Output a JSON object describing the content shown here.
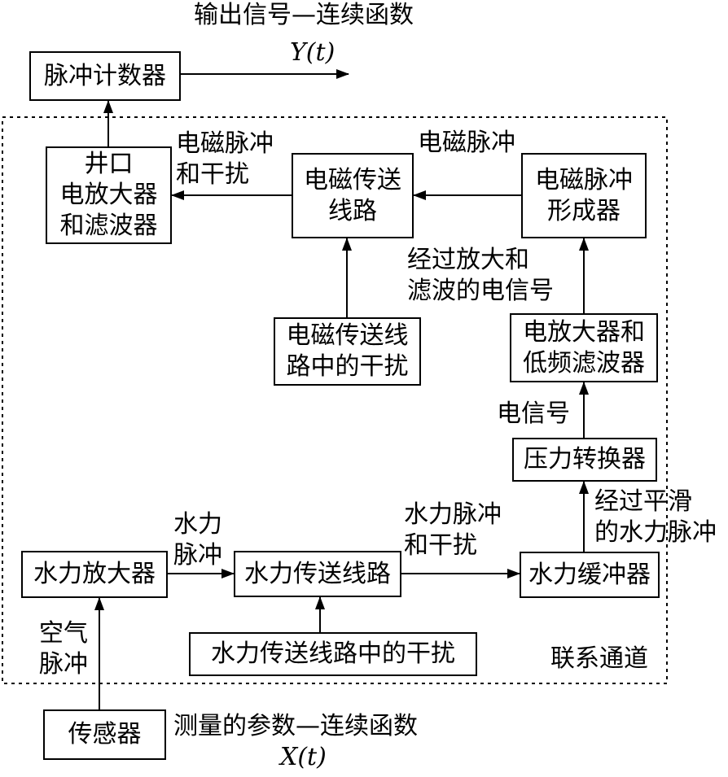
{
  "title": "输出信号—连续函数",
  "output_signal": "Y(t)",
  "input_signal": "X(t)",
  "region_label": "联系通道",
  "measured": "测量的参数—连续函数",
  "boxes": {
    "pulse_counter": "脉冲计数器",
    "wellhead_amp": "井口\n电放大器\n和滤波器",
    "em_line": "电磁传送\n线路",
    "em_former": "电磁脉冲\n形成器",
    "em_interference": "电磁传送线\n路中的干扰",
    "amp_lowpass": "电放大器和\n低频滤波器",
    "pressure_conv": "压力转换器",
    "hydro_amp": "水力放大器",
    "hydro_line": "水力传送线路",
    "hydro_buffer": "水力缓冲器",
    "hydro_interference": "水力传送线路中的干扰",
    "sensor": "传感器"
  },
  "labels": {
    "em_pulse_noise": "电磁脉冲\n和干扰",
    "em_pulse": "电磁脉冲",
    "amplified_filtered": "经过放大和\n滤波的电信号",
    "elec_signal": "电信号",
    "smoothed_hydro": "经过平滑\n的水力脉冲",
    "hydro_pulse": "水力\n脉冲",
    "hydro_pulse_noise": "水力脉冲\n和干扰",
    "air_pulse": "空气\n脉冲"
  }
}
